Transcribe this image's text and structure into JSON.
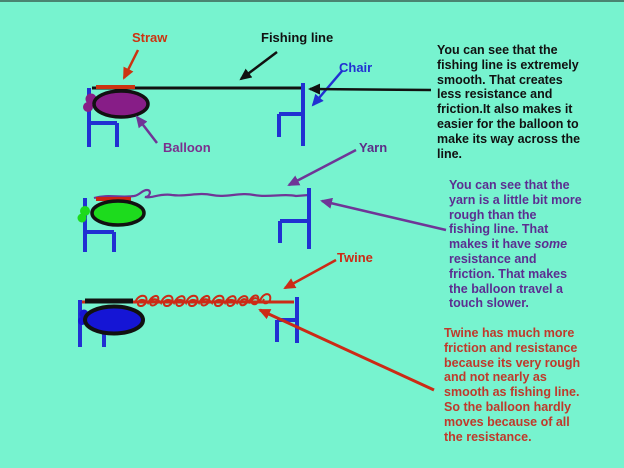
{
  "slide": {
    "colors": {
      "background": "#77f3cf",
      "chair": "#2130d2",
      "fishing_line": "#111111",
      "yarn": "#6f3597",
      "twine": "#cc2a16",
      "straw_row1": "#cc3311",
      "straw_row2": "#cc2211",
      "straw_row3": "#111111",
      "balloon_row1": "#871d87",
      "balloon_row2": "#1ddb1d",
      "balloon_row3": "#1515d5",
      "balloon_outline": "#111111",
      "arrow_black": "#111111",
      "arrow_blue": "#2130d2",
      "arrow_purple": "#6f3597",
      "arrow_red": "#cc2a16",
      "arrow_orange": "#cc3311"
    },
    "labels": {
      "straw": {
        "text": "Straw",
        "color": "#cc3311"
      },
      "fishing_line": {
        "text": "Fishing line",
        "color": "#111111"
      },
      "chair": {
        "text": "Chair",
        "color": "#2130d2"
      },
      "balloon": {
        "text": "Balloon",
        "color": "#7b2f8e"
      },
      "yarn": {
        "text": "Yarn",
        "color": "#5c2d87"
      },
      "twine": {
        "text": "Twine",
        "color": "#cc2a16"
      }
    },
    "notes": {
      "fishing": {
        "color": "#111111",
        "text": "You can see that the\nfishing line is extremely\nsmooth. That creates\nless resistance and\nfriction.It also makes it\neasier for the balloon to\nmake its way across the\nline."
      },
      "yarn": {
        "color": "#5c2e91",
        "before": "You can see that the\nyarn is a little bit more\nrough than the\nfishing line. That\nmakes it have ",
        "italic_word": "some",
        "after": "\nresistance and\nfriction. That makes\nthe balloon travel a\ntouch slower."
      },
      "twine": {
        "color": "#c0392b",
        "text": "Twine has much more\nfriction and resistance\nbecause its very rough\nand not nearly as\nsmooth as fishing line.\nSo the balloon hardly\nmoves because of all\nthe resistance."
      }
    }
  }
}
